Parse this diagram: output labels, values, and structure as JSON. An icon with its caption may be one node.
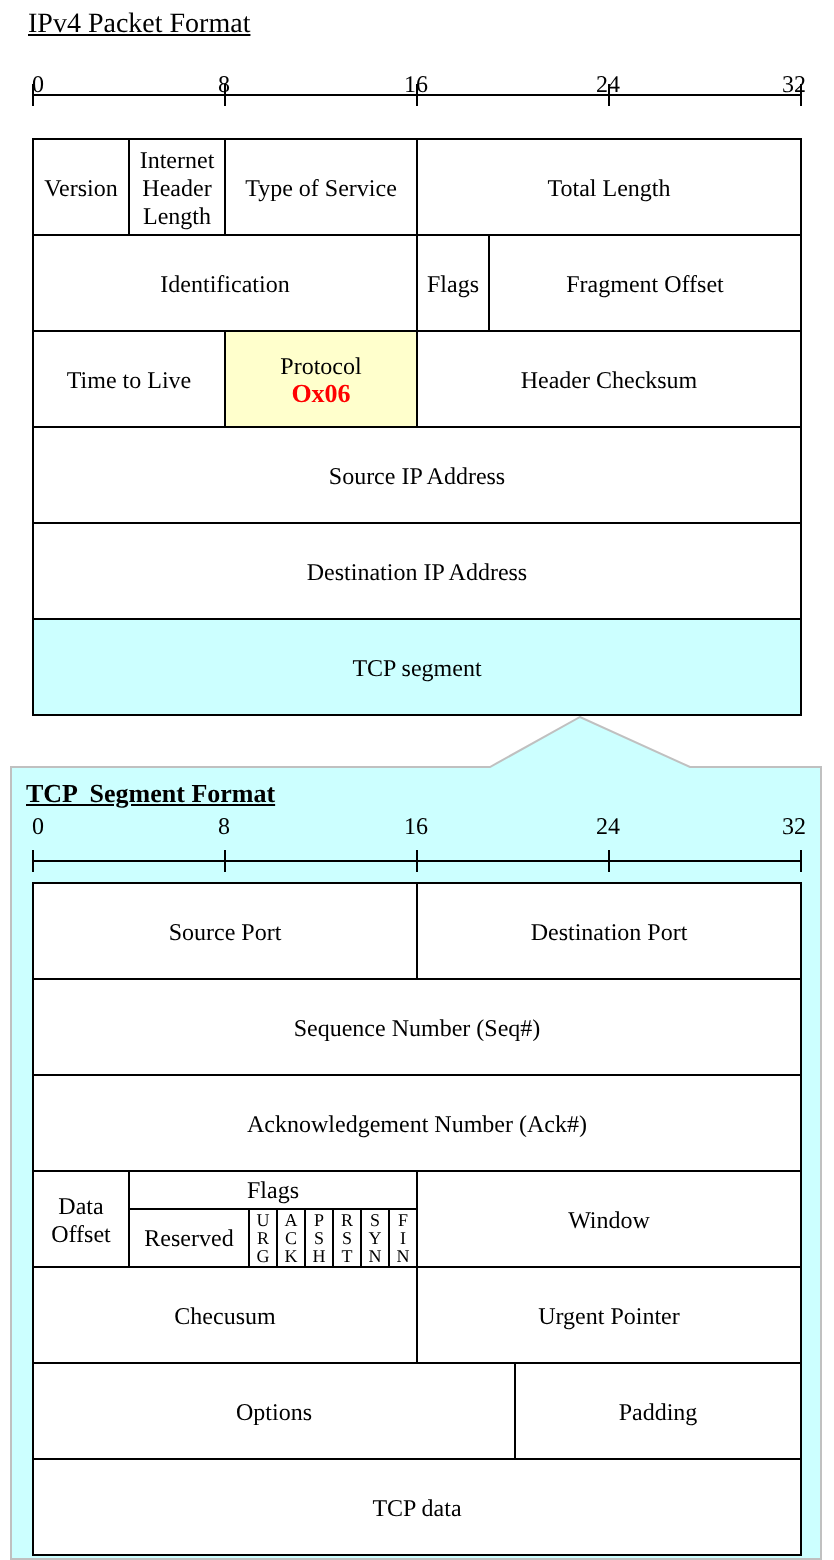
{
  "diagram": {
    "title": "IPv4 Packet Format",
    "nodes": [
      {
        "text": [
          "Version"
        ]
      },
      {
        "text": [
          "Internet Header Length"
        ]
      },
      {
        "text": [
          "Type of Service"
        ]
      },
      {
        "text": [
          "Total Length"
        ]
      },
      {
        "text": [
          "Identification"
        ]
      },
      {
        "text": [
          "Flags"
        ]
      },
      {
        "text": [
          "Fragment Offset"
        ]
      },
      {
        "text": [
          "Time to Live"
        ]
      },
      {
        "text": [
          "Protocol",
          "Ox06"
        ]
      },
      {
        "text": [
          "Header Checksum"
        ]
      },
      {
        "text": [
          "Source IP Address"
        ]
      },
      {
        "text": [
          "Destination IP Address"
        ]
      },
      {
        "text": [
          "TCP segment"
        ]
      },
      {
        "text": [
          "TCP  Segment Format"
        ]
      },
      {
        "text": [
          "Source Port"
        ],
        "in": 13
      },
      {
        "text": [
          "Destination Port"
        ],
        "in": 13
      },
      {
        "text": [
          "Sequence Number (Seq#)"
        ],
        "in": 13
      },
      {
        "text": [
          "Acknowledgement Number (Ack#)"
        ],
        "in": 13
      },
      {
        "text": [
          "Data Offset"
        ],
        "in": 13
      },
      {
        "text": [
          "Flags"
        ],
        "in": 13
      },
      {
        "text": [
          "Reserved"
        ],
        "in": 13
      },
      {
        "text": [
          "URG"
        ],
        "in": 13
      },
      {
        "text": [
          "ACK"
        ],
        "in": 13
      },
      {
        "text": [
          "PSH"
        ],
        "in": 13
      },
      {
        "text": [
          "RST"
        ],
        "in": 13
      },
      {
        "text": [
          "SYN"
        ],
        "in": 13
      },
      {
        "text": [
          "FIN"
        ],
        "in": 13
      },
      {
        "text": [
          "Window"
        ],
        "in": 13
      },
      {
        "text": [
          "Checusum"
        ],
        "in": 13
      },
      {
        "text": [
          "Urgent Pointer"
        ],
        "in": 13
      },
      {
        "text": [
          "Options"
        ],
        "in": 13
      },
      {
        "text": [
          "Padding"
        ],
        "in": 13
      },
      {
        "text": [
          "TCP data"
        ],
        "in": 13
      }
    ],
    "labels": [
      "0",
      "8",
      "16",
      "24",
      "32",
      "0",
      "8",
      "16",
      "24",
      "32"
    ]
  }
}
